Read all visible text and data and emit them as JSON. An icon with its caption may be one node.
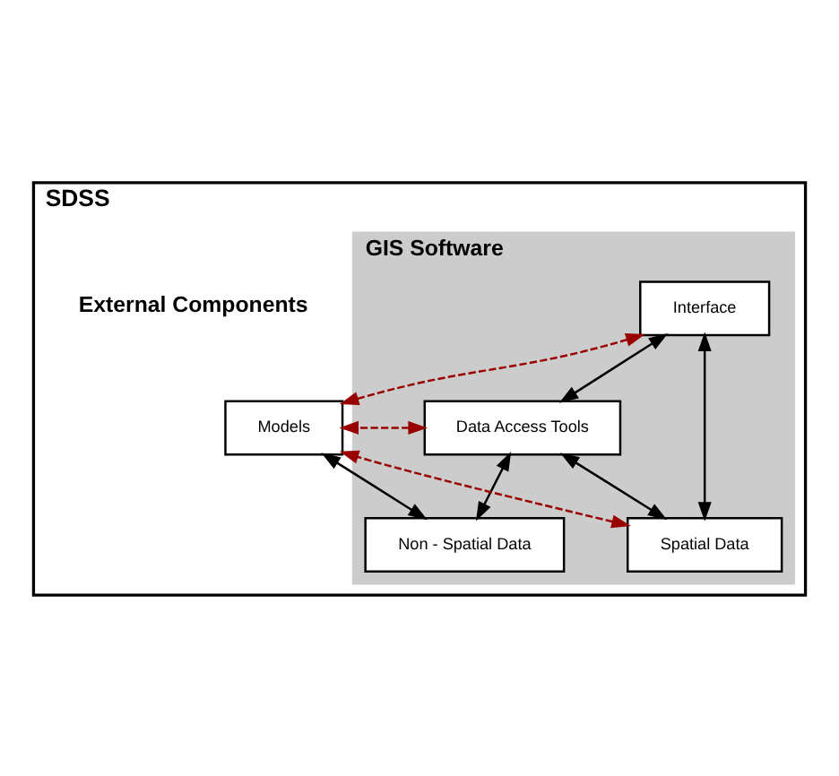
{
  "diagram": {
    "nodes": [
      {
        "text": [
          "SDSS"
        ]
      },
      {
        "text": [
          "GIS Software"
        ],
        "in": 0
      },
      {
        "text": [
          "Interface"
        ],
        "in": 1
      },
      {
        "text": [
          "Models"
        ],
        "in": 0
      },
      {
        "text": [
          "Data Access Tools"
        ],
        "in": 1
      },
      {
        "text": [
          "Spatial Data"
        ],
        "in": 1
      },
      {
        "text": [
          "Non - Spatial Data"
        ],
        "in": 1
      }
    ],
    "edges": [
      {
        "from": 2,
        "to": 3,
        "arrow": "both",
        "style": "dashed",
        "color": "#990000"
      },
      {
        "from": 2,
        "to": 4,
        "arrow": "both"
      },
      {
        "from": 2,
        "to": 5,
        "arrow": "both"
      },
      {
        "from": 4,
        "to": 3,
        "arrow": "both",
        "style": "dashed",
        "color": "#990000"
      },
      {
        "from": 4,
        "to": 5,
        "arrow": "both"
      },
      {
        "from": 4,
        "to": 6,
        "arrow": "both"
      },
      {
        "from": 5,
        "to": 3,
        "arrow": "both",
        "style": "dashed",
        "color": "#990000"
      },
      {
        "from": 3,
        "to": 6,
        "arrow": "both"
      }
    ],
    "labels": [
      "External Components"
    ]
  }
}
